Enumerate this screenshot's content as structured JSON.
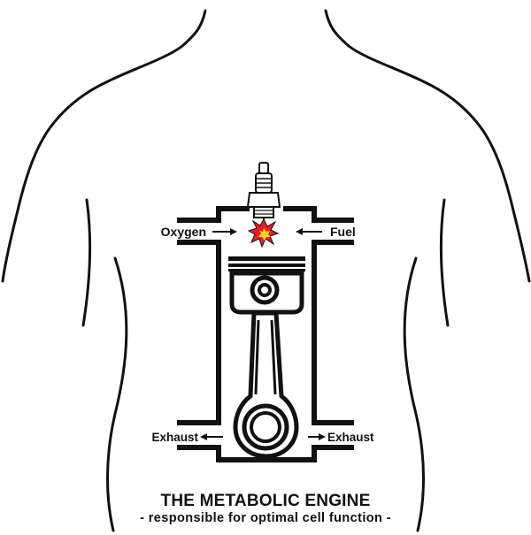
{
  "diagram": {
    "labels": {
      "oxygen": "Oxygen",
      "fuel": "Fuel",
      "exhaust_left": "Exhaust",
      "exhaust_right": "Exhaust"
    },
    "caption": {
      "title": "THE METABOLIC ENGINE",
      "subtitle": "- responsible for optimal cell function -"
    },
    "colors": {
      "line": "#111111",
      "spark_red": "#e0202a",
      "spark_yellow": "#ffd21f"
    }
  }
}
